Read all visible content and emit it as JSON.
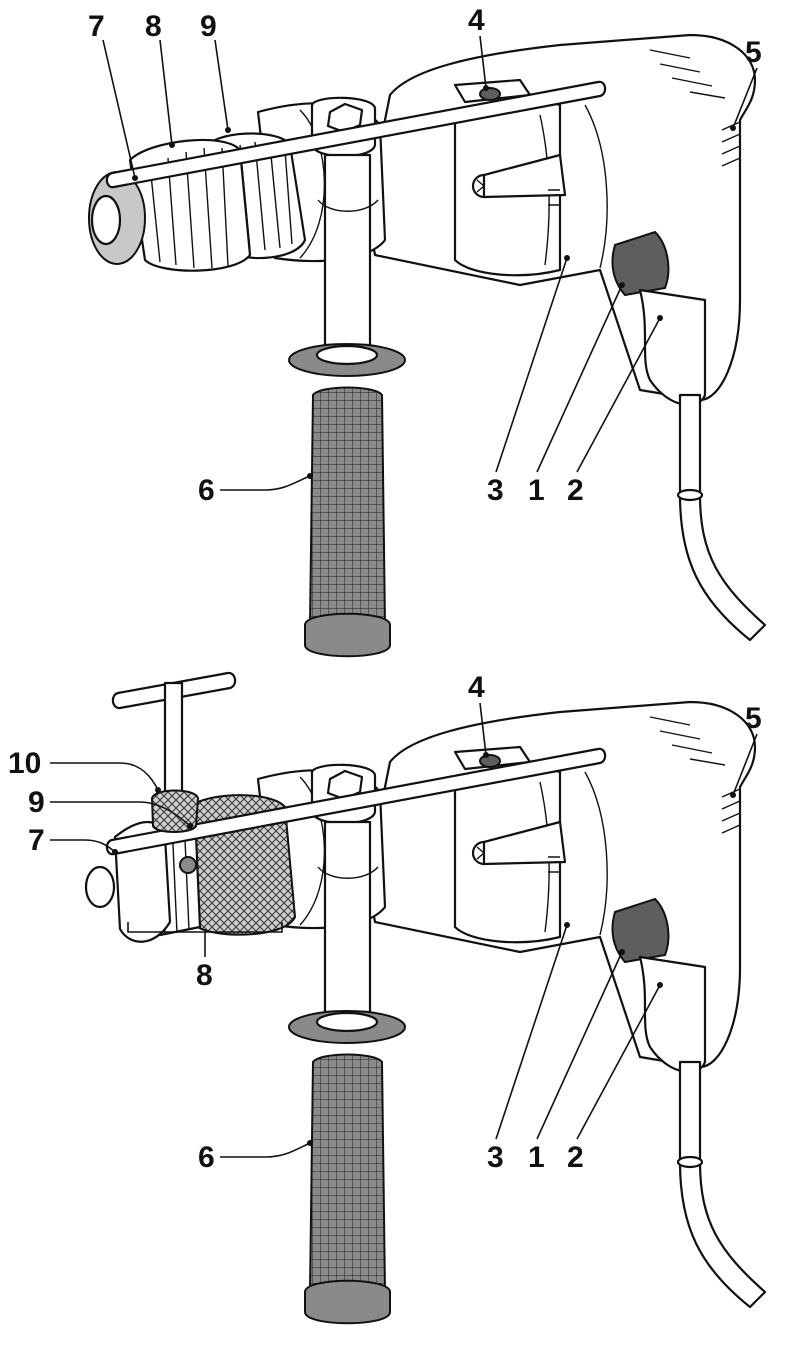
{
  "figure_top": {
    "callouts": [
      "7",
      "8",
      "9",
      "4",
      "5",
      "6",
      "3",
      "1",
      "2"
    ]
  },
  "figure_bottom": {
    "callouts": [
      "10",
      "9",
      "7",
      "4",
      "5",
      "8",
      "6",
      "3",
      "1",
      "2"
    ]
  },
  "colors": {
    "ink": "#111111",
    "grip": "#8a8a8a",
    "switch": "#5e5e5e"
  }
}
